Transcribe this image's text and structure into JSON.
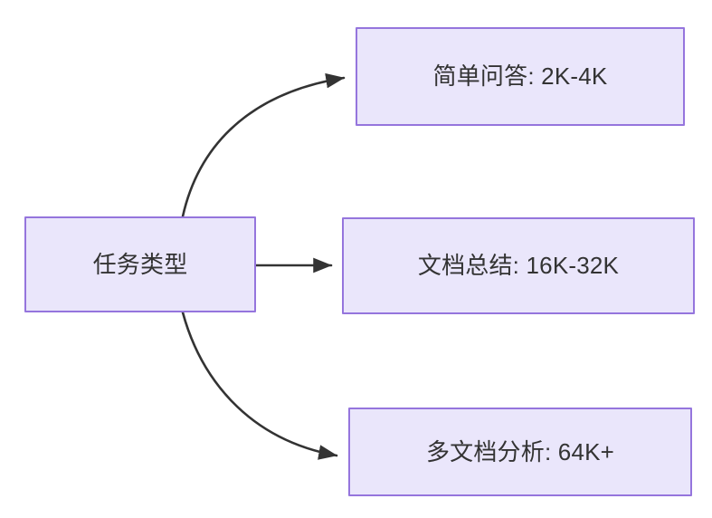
{
  "diagram": {
    "type": "flowchart",
    "direction": "left-to-right",
    "background_color": "#ffffff",
    "node_fill_color": "#eae6fb",
    "node_border_color": "#9575dd",
    "node_text_color": "#333333",
    "edge_color": "#333333",
    "root": {
      "id": "root",
      "label": "任务类型"
    },
    "branches": [
      {
        "id": "simple-qa",
        "label": "简单问答: 2K-4K",
        "task": "简单问答",
        "context_length": "2K-4K",
        "edge_style": "curved"
      },
      {
        "id": "doc-summary",
        "label": "文档总结: 16K-32K",
        "task": "文档总结",
        "context_length": "16K-32K",
        "edge_style": "straight"
      },
      {
        "id": "multi-doc",
        "label": "多文档分析: 64K+",
        "task": "多文档分析",
        "context_length": "64K+",
        "edge_style": "curved"
      }
    ]
  }
}
